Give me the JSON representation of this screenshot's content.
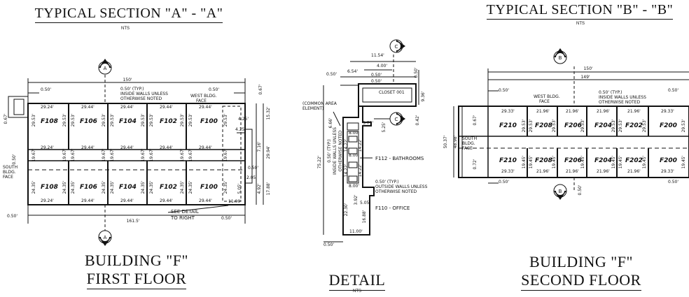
{
  "titles": {
    "section_a": "TYPICAL SECTION \"A\" - \"A\"",
    "section_b": "TYPICAL SECTION \"B\" - \"B\"",
    "nts": "NTS",
    "first_floor_line1": "BUILDING \"F\"",
    "first_floor_line2": "FIRST FLOOR",
    "detail": "DETAIL",
    "second_floor_line1": "BUILDING \"F\"",
    "second_floor_line2": "SECOND FLOOR"
  },
  "markers": {
    "a": "A",
    "b": "B",
    "c": "C"
  },
  "first_floor": {
    "top_rooms": [
      "F108",
      "F106",
      "F104",
      "F102",
      "F100"
    ],
    "bottom_rooms": [
      "F108",
      "F106",
      "F104",
      "F102",
      "F100"
    ],
    "dims": {
      "overall_top": "150'",
      "overall_bottom": "161.5'",
      "half": "0.50'",
      "typ": "0.50' (TYP.)",
      "typ_note1": "INSIDE WALLS UNLESS",
      "typ_note2": "OTHERWISE NOTED",
      "west_face1": "WEST BLDG.",
      "west_face2": "FACE",
      "south_face1": "SOUTH",
      "south_face2": "BLDG.",
      "south_face3": "FACE",
      "w1": "29.24'",
      "w2": "29.44'",
      "h1": "29.53'",
      "h2": "19.67'",
      "h3": "24.35'",
      "r1": "4.25'",
      "r2": "15.32'",
      "r3": "7.16'",
      "r4": "29.94'",
      "r5": "2.05'",
      "r6": "5.05'",
      "r7": "4.92'",
      "r8": "17.88'",
      "r9": "11.00'",
      "l1": "0.67'",
      "see1": "SEE DETAIL",
      "see2": "TO RIGHT"
    }
  },
  "detail": {
    "closet": "CLOSET 001",
    "common1": "(COMMON AREA",
    "common2": "ELEMENT)",
    "bathrooms": "F112 - BATHROOMS",
    "office": "F110 - OFFICE",
    "typ": "0.50' (TYP.)",
    "inside1": "INSIDE WALLS UNLESS",
    "inside2": "OTHERWISE NOTED",
    "outside1": "OUTSIDE WALLS UNLESS",
    "outside2": "OTHERWISE NOTED",
    "d1": "11.54'",
    "d2": "4.00'",
    "d3": "6.54'",
    "d4": "0.50'",
    "d5": "9.36'",
    "d6": "6.66'",
    "d7": "3.75'",
    "d8": "5.25'",
    "d9": "0.42'",
    "d10": "8.00'",
    "d11": "14.22'",
    "d12": "75.22'",
    "d13": "22.30'",
    "d14": "3.92'",
    "d15": "5.05'",
    "d16": "16.88'",
    "d17": "11.00'"
  },
  "second_floor": {
    "top_rooms": [
      "F210",
      "F208",
      "F206",
      "F204",
      "F202",
      "F200"
    ],
    "bottom_rooms": [
      "F210",
      "F208",
      "F206",
      "F204",
      "F202",
      "F200"
    ],
    "dims": {
      "overall1": "150'",
      "overall2": "149'",
      "half": "0.50'",
      "typ": "0.50' (TYP.)",
      "typ_note1": "INSIDE WALLS UNLESS",
      "typ_note2": "OTHERWISE NOTED",
      "west1": "WEST BLDG.",
      "west2": "FACE",
      "south1": "SOUTH",
      "south2": "BLDG.",
      "south3": "FACE",
      "w1": "29.33'",
      "w2": "21.96'",
      "h1": "29.53'",
      "h2": "19.45'",
      "l1": "50.37'",
      "l2": "48.98'",
      "l3": "0.67'",
      "l4": "0.72'"
    }
  }
}
